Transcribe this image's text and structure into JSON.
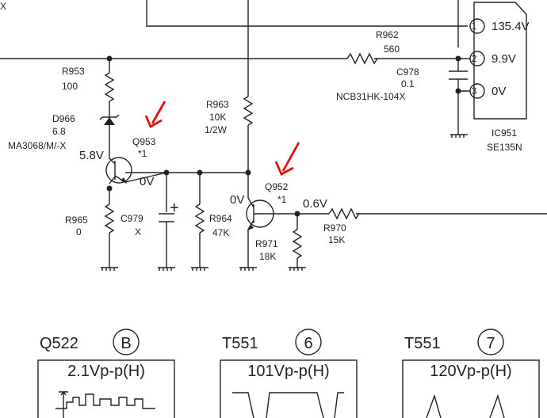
{
  "ic": {
    "ref": "IC951",
    "part": "SE135N",
    "pins": [
      {
        "num": "1",
        "voltage": "135.4V"
      },
      {
        "num": "2",
        "voltage": "9.9V"
      },
      {
        "num": "3",
        "voltage": "0V"
      }
    ]
  },
  "r962": {
    "ref": "R962",
    "value": "560"
  },
  "c978": {
    "ref": "C978",
    "value": "0.1",
    "part": "NCB31HK-104X"
  },
  "r953": {
    "ref": "R953",
    "value": "100"
  },
  "d966": {
    "ref": "D966",
    "value": "6.8",
    "part": "MA3068/M/-X"
  },
  "q953": {
    "ref": "Q953",
    "note": "*1",
    "base_voltage": "5.8V",
    "emitter_voltage": "0V"
  },
  "r963": {
    "ref": "R963",
    "value": "10K",
    "power": "1/2W"
  },
  "q952": {
    "ref": "Q952",
    "note": "*1",
    "collector_voltage": "0V",
    "base_voltage": "0.6V"
  },
  "r965": {
    "ref": "R965",
    "value": "0"
  },
  "c979": {
    "ref": "C979",
    "value": "X"
  },
  "r964": {
    "ref": "R964",
    "value": "47K"
  },
  "r971": {
    "ref": "R971",
    "value": "18K"
  },
  "r970": {
    "ref": "R970",
    "value": "15K"
  },
  "left_edge": "X",
  "waveforms": [
    {
      "ref": "Q522",
      "point": "B",
      "amplitude": "2.1Vp-p(H)"
    },
    {
      "ref": "T551",
      "point": "6",
      "amplitude": "101Vp-p(H)"
    },
    {
      "ref": "T551",
      "point": "7",
      "amplitude": "120Vp-p(H)"
    }
  ],
  "colors": {
    "line": "#222222",
    "arrow": "#e01010"
  }
}
